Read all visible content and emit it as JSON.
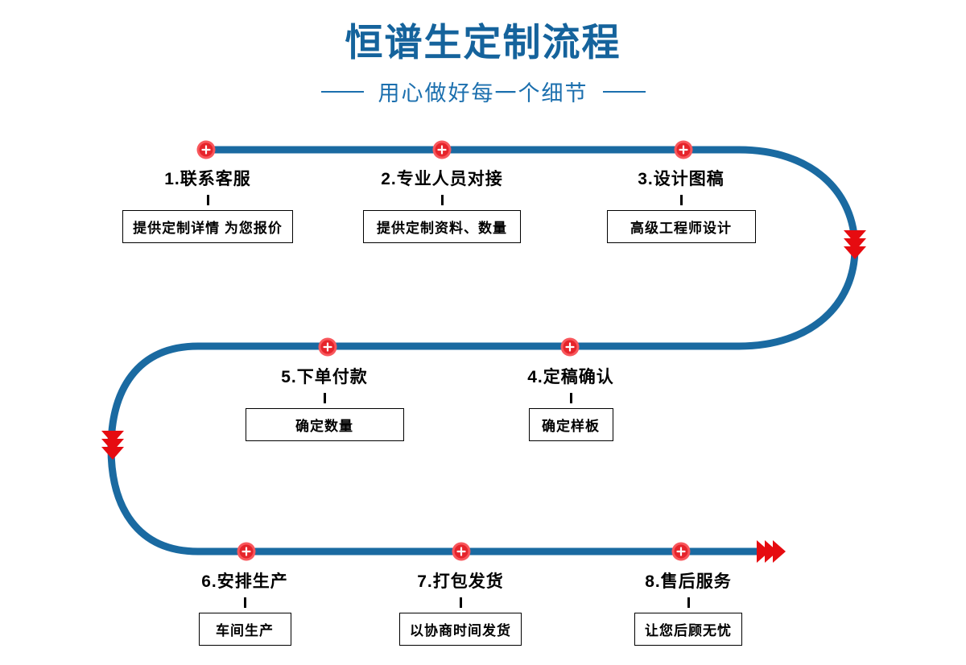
{
  "header": {
    "title": "恒谱生定制流程",
    "subtitle": "用心做好每一个细节"
  },
  "steps": [
    {
      "label": "1.联系客服",
      "note": "提供定制详情 为您报价"
    },
    {
      "label": "2.专业人员对接",
      "note": "提供定制资料、数量"
    },
    {
      "label": "3.设计图稿",
      "note": "高级工程师设计"
    },
    {
      "label": "4.定稿确认",
      "note": "确定样板"
    },
    {
      "label": "5.下单付款",
      "note": "确定数量"
    },
    {
      "label": "6.安排生产",
      "note": "车间生产"
    },
    {
      "label": "7.打包发货",
      "note": "以协商时间发货"
    },
    {
      "label": "8.售后服务",
      "note": "让您后顾无忧"
    }
  ],
  "icons": {
    "node": "plus-icon",
    "node_symbol": "+",
    "curve_arrows": "chevron-down-arrows-icon",
    "end_arrows": "chevron-right-arrows-icon"
  },
  "colors": {
    "title_blue": "#15639c",
    "subtitle_blue": "#1b6fae",
    "path_blue": "#1a6aa1",
    "node_ring_red": "#f8575c",
    "node_red": "#e6242b",
    "arrow_red": "#e60b10",
    "text_black": "#000000",
    "background": "#ffffff"
  }
}
